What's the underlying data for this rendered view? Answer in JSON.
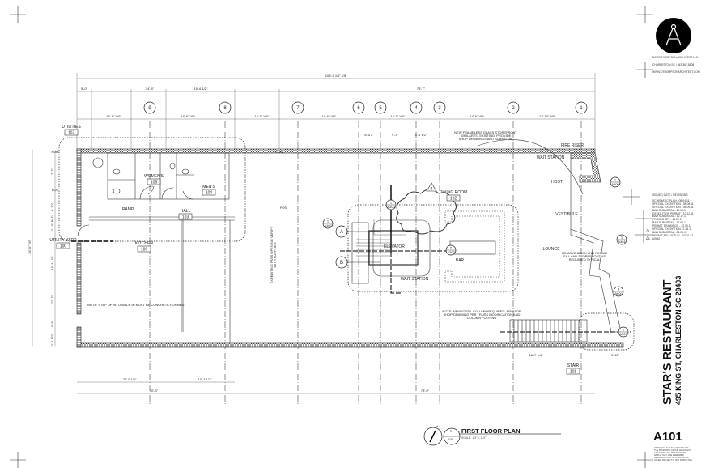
{
  "title_block": {
    "firm_name": "DAVID THOMPSON ARCHITECT LLC",
    "firm_location": "CHARLESTON SC / 843-367-8808",
    "firm_web": "WWW.DTHOMPSONARCHITECT.COM",
    "logo_icon": "drafting-compass-icon",
    "revisions_heading": "ISSUED DATE / REVISIONS",
    "revisions": [
      "SCHEMATIC PLAN - 08.04.11",
      "SPECIAL EXCEPTION - 08.08.11",
      "SPECIAL EXCEPTION - 08.09.11",
      "BAR SUBMITTAL - 10.05.11",
      "DEMOLITION PERMIT - 10.12.11",
      "BAR SUBMITTAL - 10.17.11",
      "PRICING SET - 11.22.11",
      "BAR SUBMITTAL - 12.05.11",
      "PERMIT DRAWINGS - 12.19.11",
      "SPECIAL EXCEPTION 12.28.11",
      "BAR SUBMITTAL - 01.06.12",
      "PERMIT REV. ADD #1 - 03.01.12",
      "ASI#2 -"
    ],
    "project_name": "STAR'S RESTAURANT",
    "project_address": "495 KING ST, CHARLESTON SC 29403",
    "sheet_number": "A101",
    "disclaimer": "DRAWINGS AND THE DESIGN ARE THE PROPERTY OF THE ARCHITECT AND THEIR USE PROJECT FOR WHICH THEY ARE PREPARED. REPRODUCTION OR USE FOR ANY OTHER PROJECT IS NOT PERMITTED."
  },
  "drawing": {
    "title": "FIRST FLOOR PLAN",
    "scale": "SCALE: 1/4\" = 1'-0\"",
    "ref_number": "1",
    "ref_sheet": "A101",
    "north_label": "N"
  },
  "grid_lines": [
    "9",
    "8",
    "7",
    "6",
    "5",
    "4",
    "3",
    "2",
    "1"
  ],
  "grid_rows": [
    "A",
    "B"
  ],
  "dimensions": {
    "overall": "103'-9 1/2\" VIF",
    "top_segments": [
      "5'-0\"",
      "14'-8\"",
      "10'-6 1/2\"",
      "73'-7\""
    ],
    "grid_spacing": [
      "14'-6\" VIF",
      "14'-6\" VIF",
      "14'-6\" VIF",
      "14'-6\" VIF",
      "14'-6\" VIF",
      "14'-6\" VIF",
      "13'-10\" VIF"
    ],
    "minor": [
      "6'-5 2\"",
      "9'-3\"",
      "4'-8 1/2\""
    ],
    "bottom_segments": [
      "20'-0 1/2\"",
      "10'-2 1/2\""
    ],
    "bottom_total_left": "30'-3\"",
    "bottom_total_right": "78'-9\"",
    "stair_dims": [
      "18'-7 1/4\"",
      "3'-10\""
    ],
    "left_side": [
      "7'-7\"",
      "6'-10\"",
      "2'-10\" BLD",
      "19'-3 1/2\"",
      "22'-7\"",
      "5'-6\"",
      "2'-9 1/2\""
    ],
    "overall_width": "36'-0\" VIF",
    "markers": [
      "FOM",
      "FOS",
      "FOW",
      "FOS"
    ]
  },
  "rooms": [
    {
      "name": "UTILITIES",
      "number": "107"
    },
    {
      "name": "WOMEN'S",
      "number": "105"
    },
    {
      "name": "MEN'S",
      "number": "104"
    },
    {
      "name": "HALL",
      "number": "103"
    },
    {
      "name": "RAMP",
      "number": ""
    },
    {
      "name": "UTILITY YARD",
      "number": "100"
    },
    {
      "name": "KITCHEN",
      "number": "106"
    },
    {
      "name": "DINING ROOM",
      "number": "102"
    },
    {
      "name": "ELEVATOR",
      "number": ""
    },
    {
      "name": "BAR",
      "number": ""
    },
    {
      "name": "WAIT STATION",
      "number": ""
    },
    {
      "name": "WAIT STATION",
      "number": ""
    },
    {
      "name": "HOST",
      "number": ""
    },
    {
      "name": "VESTIBULE",
      "number": ""
    },
    {
      "name": "LOUNGE",
      "number": ""
    },
    {
      "name": "FIRE RISER",
      "number": ""
    },
    {
      "name": "STAIR",
      "number": "101"
    }
  ],
  "notes": [
    "NEW FRAMELESS GLASS STOREFRONT SIMILAR TO EXISTING. PROVIDE SHOP DRAWINGS AND SUBMITTAL",
    "NOTE: STEP UP INTO WALK-IN MUST BE CONCRETE FORMED",
    "NOTE: NEW STEEL COLUMN REQUIRED. PROVIDE SHOP DRAWING PER TRUSS MODIFICATION AND COLUMN FOOTING",
    "REMOVE BRICK AND REPAIR SILL AND STOREFRONT AS REQUIRED TYPICAL",
    "EXPEDITING PASS OPENING VERIFY WITH SUPPLIER"
  ],
  "revision_tag": "2",
  "section_refs": [
    {
      "num": "1",
      "sheet": "A300"
    },
    {
      "num": "2",
      "sheet": "A302"
    },
    {
      "num": "1",
      "sheet": "A301"
    },
    {
      "num": "1",
      "sheet": "A300"
    },
    {
      "num": "1",
      "sheet": "A102"
    },
    {
      "num": "3",
      "sheet": "A500"
    },
    {
      "num": "1",
      "sheet": "A500"
    }
  ]
}
